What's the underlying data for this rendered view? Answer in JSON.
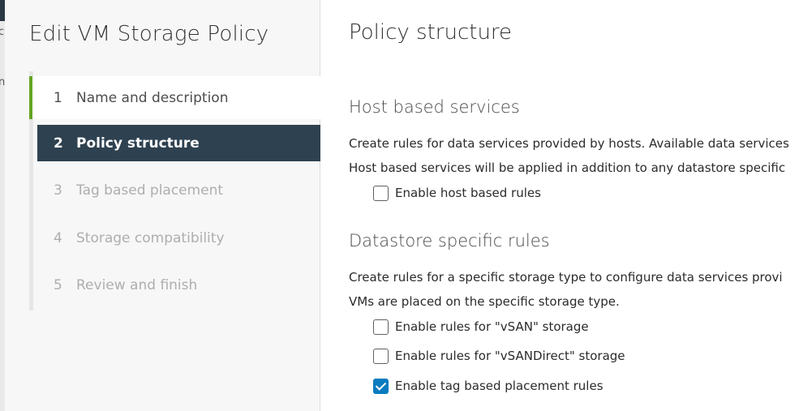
{
  "background": {
    "fragments": [
      "c",
      "nt"
    ]
  },
  "wizard": {
    "title": "Edit VM Storage Policy",
    "steps": [
      {
        "number": "1",
        "label": "Name and description",
        "state": "done"
      },
      {
        "number": "2",
        "label": "Policy structure",
        "state": "current"
      },
      {
        "number": "3",
        "label": "Tag based placement",
        "state": "pending"
      },
      {
        "number": "4",
        "label": "Storage compatibility",
        "state": "pending"
      },
      {
        "number": "5",
        "label": "Review and finish",
        "state": "pending"
      }
    ],
    "colors": {
      "done_marker": "#62a420",
      "current_bg": "#2e4150"
    }
  },
  "main": {
    "title": "Policy structure",
    "host_section": {
      "title": "Host based services",
      "desc_line1": "Create rules for data services provided by hosts. Available data services",
      "desc_line2": "Host based services will be applied in addition to any datastore specific",
      "checkboxes": [
        {
          "label": "Enable host based rules",
          "checked": false
        }
      ]
    },
    "datastore_section": {
      "title": "Datastore specific rules",
      "desc_line1": "Create rules for a specific storage type to configure data services provi",
      "desc_line2": "VMs are placed on the specific storage type.",
      "checkboxes": [
        {
          "label": "Enable rules for \"vSAN\" storage",
          "checked": false
        },
        {
          "label": "Enable rules for \"vSANDirect\" storage",
          "checked": false
        },
        {
          "label": "Enable tag based placement rules",
          "checked": true
        }
      ]
    },
    "colors": {
      "checkbox_checked": "#0a7bbf"
    }
  }
}
